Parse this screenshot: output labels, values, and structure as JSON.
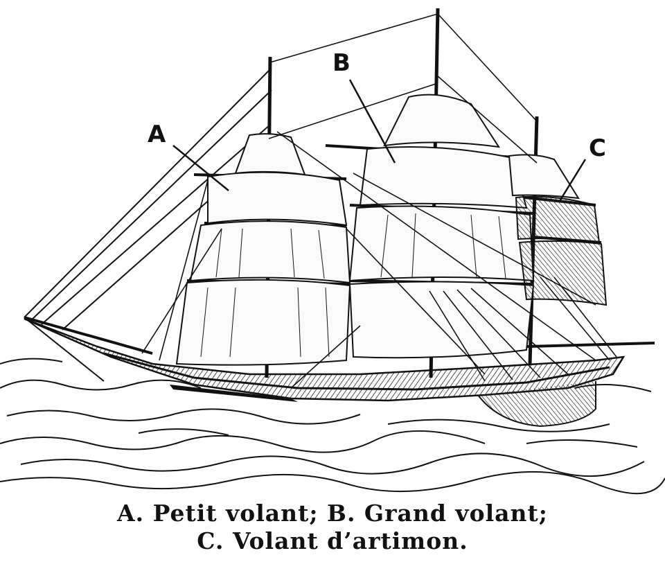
{
  "callouts": {
    "a": "A",
    "b": "B",
    "c": "C"
  },
  "caption": {
    "line1": "A. Petit volant; B. Grand volant;",
    "line2": "C. Volant d’artimon."
  }
}
